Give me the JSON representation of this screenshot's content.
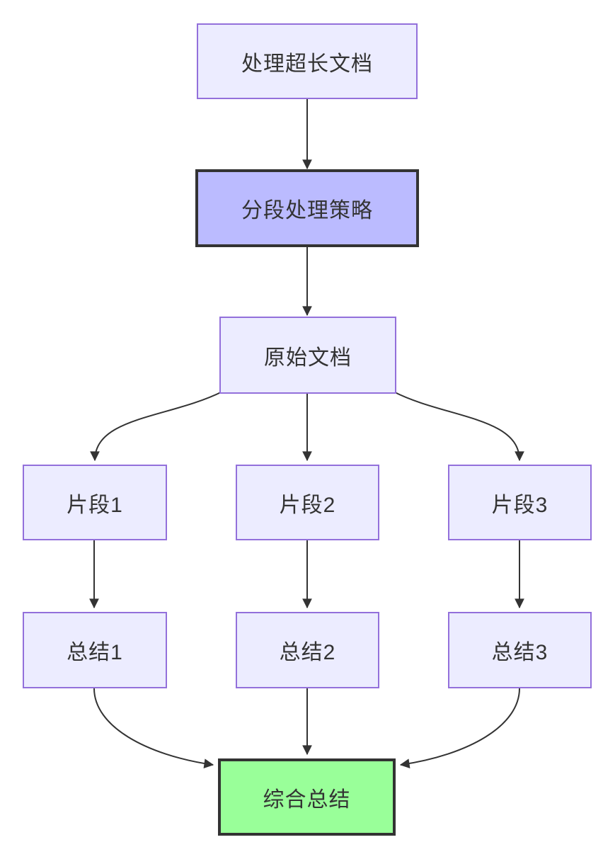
{
  "diagram": {
    "type": "flowchart",
    "direction": "top-down",
    "nodes": [
      {
        "id": "A",
        "label": "处理超长文档",
        "style": "default"
      },
      {
        "id": "B",
        "label": "分段处理策略",
        "style": "emphasis"
      },
      {
        "id": "C",
        "label": "原始文档",
        "style": "default"
      },
      {
        "id": "D1",
        "label": "片段1",
        "style": "default"
      },
      {
        "id": "D2",
        "label": "片段2",
        "style": "default"
      },
      {
        "id": "D3",
        "label": "片段3",
        "style": "default"
      },
      {
        "id": "E1",
        "label": "总结1",
        "style": "default"
      },
      {
        "id": "E2",
        "label": "总结2",
        "style": "default"
      },
      {
        "id": "E3",
        "label": "总结3",
        "style": "default"
      },
      {
        "id": "F",
        "label": "综合总结",
        "style": "success"
      }
    ],
    "edges": [
      {
        "from": "A",
        "to": "B"
      },
      {
        "from": "B",
        "to": "C"
      },
      {
        "from": "C",
        "to": "D1"
      },
      {
        "from": "C",
        "to": "D2"
      },
      {
        "from": "C",
        "to": "D3"
      },
      {
        "from": "D1",
        "to": "E1"
      },
      {
        "from": "D2",
        "to": "E2"
      },
      {
        "from": "D3",
        "to": "E3"
      },
      {
        "from": "E1",
        "to": "F"
      },
      {
        "from": "E2",
        "to": "F"
      },
      {
        "from": "E3",
        "to": "F"
      }
    ],
    "colors": {
      "node_fill": "#ECECFF",
      "node_border": "#9370DB",
      "emphasis_fill": "#BBBBFF",
      "success_fill": "#99FF99",
      "strong_border": "#333333",
      "edge": "#333333",
      "text": "#333333"
    }
  }
}
